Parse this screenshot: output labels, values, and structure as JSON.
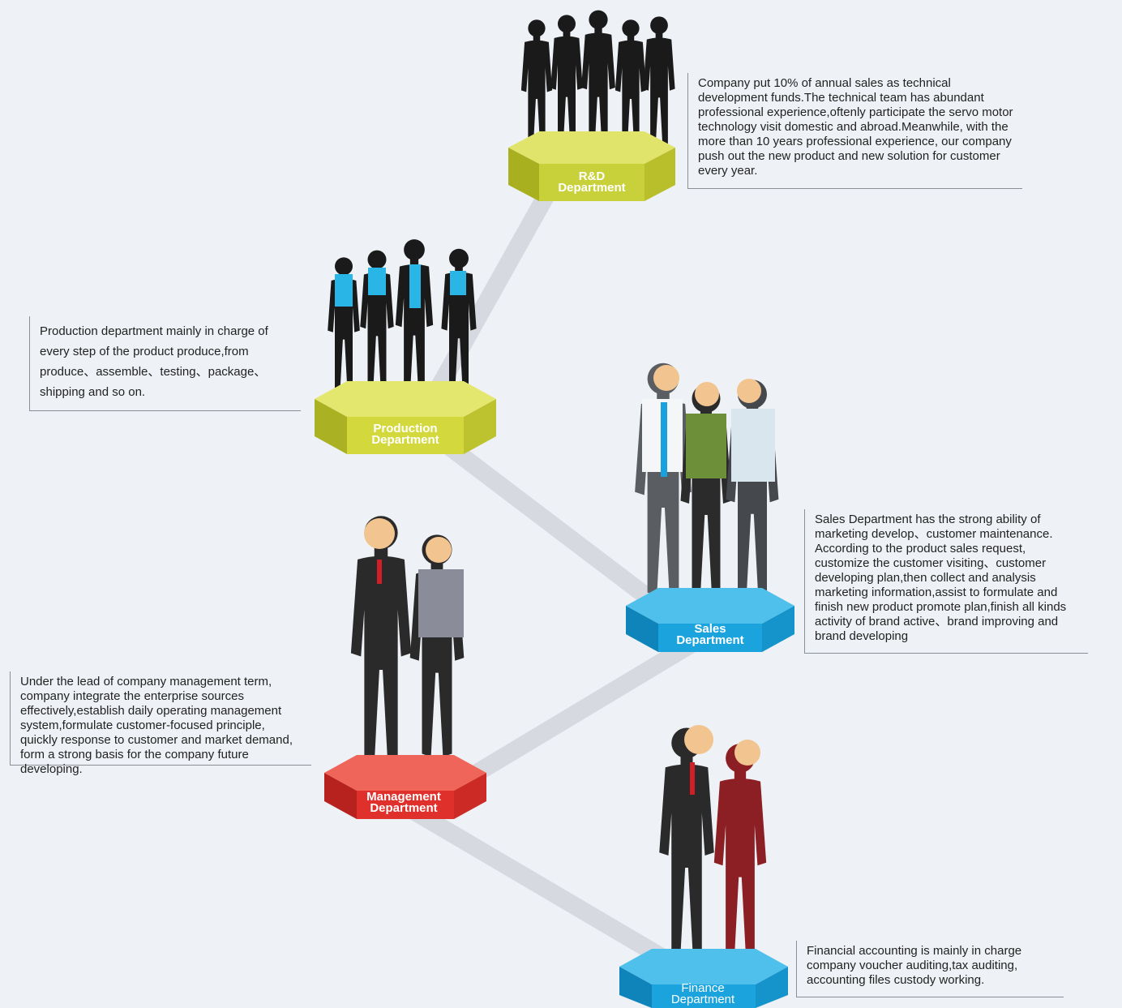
{
  "departments": {
    "rd": {
      "label_line1": "R&D",
      "label_line2": "Department",
      "description": "Company put 10% of annual sales as technical development funds.The technical team has abundant professional experience,oftenly participate the servo motor technology visit domestic and abroad.Meanwhile, with the more than 10 years professional experience, our company push out the new product and new solution for customer every year.",
      "color": "#c9d13a"
    },
    "production": {
      "label_line1": "Production",
      "label_line2": "Department",
      "description": "Production department mainly in charge of every step of the product produce,from produce、assemble、testing、package、shipping and so on.",
      "color": "#d3d83c"
    },
    "sales": {
      "label_line1": "Sales",
      "label_line2": "Department",
      "description": "Sales Department has the strong ability of marketing develop、customer maintenance. According to the product sales request, customize the customer visiting、customer developing plan,then collect and analysis marketing information,assist to formulate and finish new product promote plan,finish all kinds activity of brand active、brand improving and brand developing",
      "color": "#1ba3dd"
    },
    "management": {
      "label_line1": "Management",
      "label_line2": "Department",
      "description": "Under the lead of company management term, company integrate the enterprise sources effectively,establish daily operating management system,formulate customer-focused principle, quickly response to customer and market demand, form a strong basis for the company future developing.",
      "color": "#e0302b"
    },
    "finance": {
      "label_line1": "Finance",
      "label_line2": "Department",
      "description": "Financial accounting is mainly in charge company voucher auditing,tax auditing, accounting files custody working.",
      "color": "#1ba3dd"
    }
  }
}
